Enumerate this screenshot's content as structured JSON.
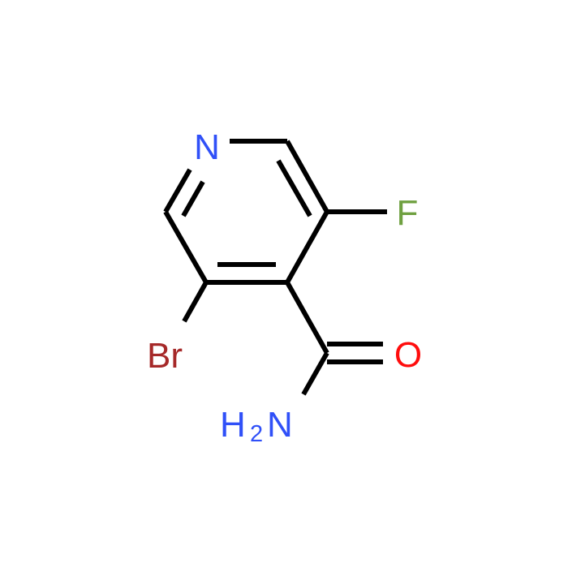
{
  "molecule": {
    "atoms": {
      "nitrogen": {
        "symbol": "N",
        "color": "#3050F8"
      },
      "fluorine": {
        "symbol": "F",
        "color": "#6FA040"
      },
      "oxygen": {
        "symbol": "O",
        "color": "#FF0D0D"
      },
      "bromine": {
        "symbol": "Br",
        "color": "#A62929"
      },
      "amine": {
        "symbol_h": "H",
        "subscript": "2",
        "symbol_n": "N",
        "color": "#3050F8"
      }
    },
    "bond_color": "#000000"
  }
}
